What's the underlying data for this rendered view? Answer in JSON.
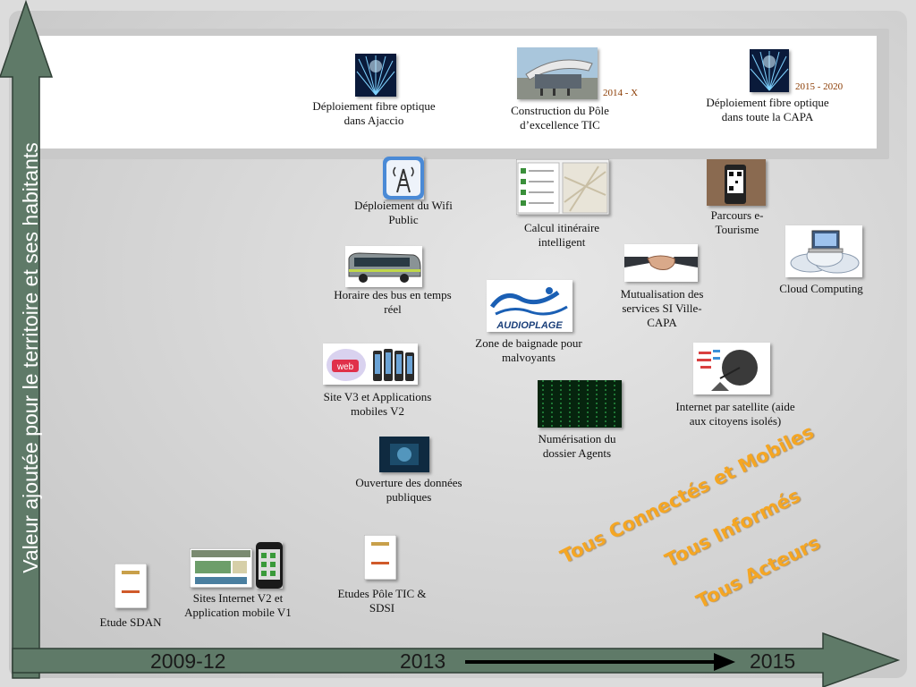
{
  "y_axis_label": "Valeur ajoutée pour le territoire et ses habitants",
  "years": {
    "start": "2009-12",
    "mid": "2013",
    "end": "2015"
  },
  "top_items": {
    "fibre_ajaccio": "Déploiement fibre optique dans Ajaccio",
    "pole_tic": "Construction du Pôle d’excellence TIC",
    "pole_tic_tag": "2014 - X",
    "fibre_capa": "Déploiement fibre optique dans toute la CAPA",
    "fibre_capa_tag": "2015 - 2020"
  },
  "items": {
    "wifi": "Déploiement du Wifi Public",
    "itineraire": "Calcul itinéraire intelligent",
    "etourisme": "Parcours e-Tourisme",
    "cloud": "Cloud Computing",
    "bus": "Horaire des bus en temps réel",
    "audioplage_logo": "AUDIOPLAGE",
    "baignade": "Zone de baignade pour malvoyants",
    "mutualisation": "Mutualisation des services SI Ville-CAPA",
    "site_v3": "Site V3 et Applications mobiles V2",
    "web_logo": "web",
    "numerisation": "Numérisation du dossier Agents",
    "satellite": "Internet par satellite (aide aux citoyens isolés)",
    "opendata": "Ouverture des données publiques",
    "etudes_pole": "Etudes Pôle TIC & SDSI",
    "sites_v2": "Sites Internet V2 et Application mobile V1",
    "sdan": "Etude SDAN"
  },
  "slogans": {
    "s1": "Tous Connectés et Mobiles",
    "s2": "Tous Informés",
    "s3": "Tous Acteurs"
  },
  "colors": {
    "arrow": "#5f7a68",
    "arrow_edge": "#2f3f35",
    "slogan": "#f5a623"
  }
}
